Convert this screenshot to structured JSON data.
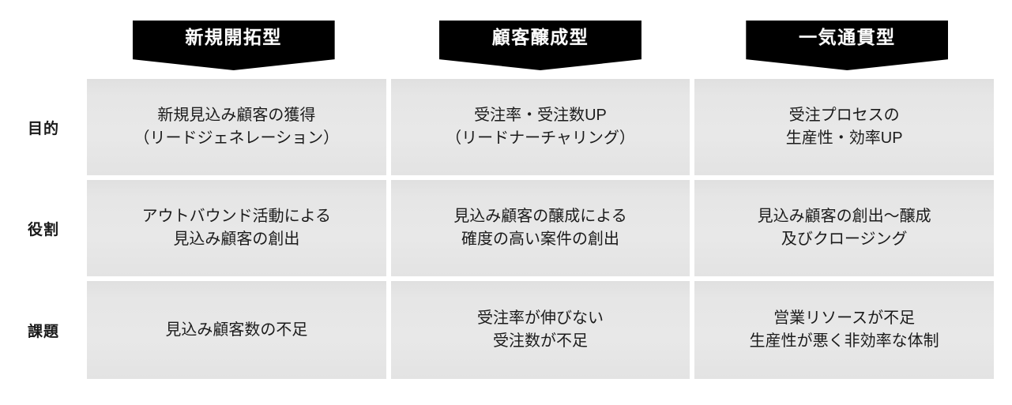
{
  "columns": [
    {
      "id": "new-development",
      "header": "新規開拓型"
    },
    {
      "id": "customer-nurturing",
      "header": "顧客醸成型"
    },
    {
      "id": "end-to-end",
      "header": "一気通貫型"
    }
  ],
  "rows": [
    {
      "id": "purpose",
      "label": "目的",
      "cells": [
        {
          "lines": [
            "新規見込み顧客の獲得",
            "（リードジェネレーション）"
          ]
        },
        {
          "lines": [
            "受注率・受注数UP",
            "（リードナーチャリング）"
          ]
        },
        {
          "lines": [
            "受注プロセスの",
            "生産性・効率UP"
          ]
        }
      ]
    },
    {
      "id": "role",
      "label": "役割",
      "cells": [
        {
          "lines": [
            "アウトバウンド活動による",
            "見込み顧客の創出"
          ]
        },
        {
          "lines": [
            "見込み顧客の醸成による",
            "確度の高い案件の創出"
          ]
        },
        {
          "lines": [
            "見込み顧客の創出〜醸成",
            "及びクロージング"
          ]
        }
      ]
    },
    {
      "id": "issue",
      "label": "課題",
      "cells": [
        {
          "lines": [
            "見込み顧客数の不足"
          ]
        },
        {
          "lines": [
            "受注率が伸びない",
            "受注数が不足"
          ]
        },
        {
          "lines": [
            "営業リソースが不足",
            "生産性が悪く非効率な体制"
          ]
        }
      ]
    }
  ],
  "colors": {
    "banner_background": "#000000",
    "banner_text": "#fdfdfd",
    "cell_background": "#e6e6e6",
    "body_text": "#1b1b1b",
    "page_background": "#ffffff"
  }
}
